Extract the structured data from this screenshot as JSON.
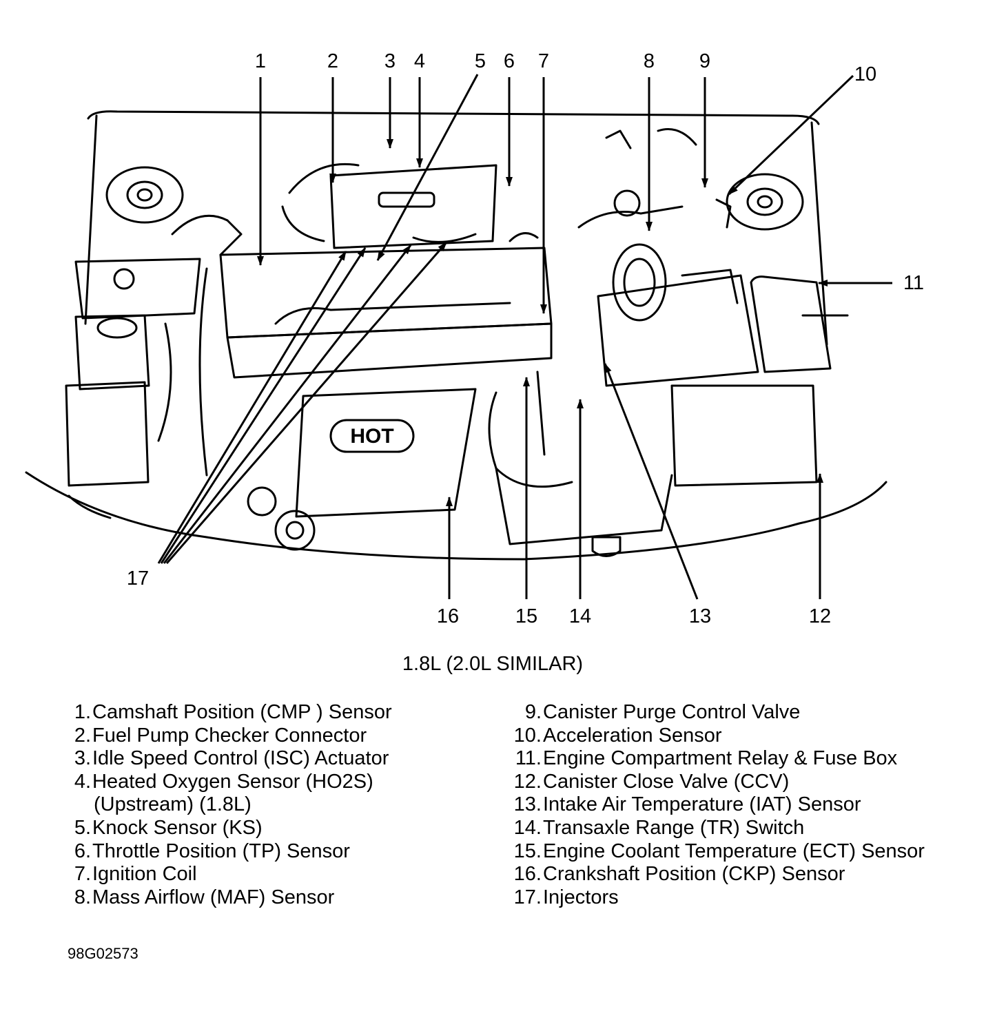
{
  "callout_numbers": [
    "1",
    "2",
    "3",
    "4",
    "5",
    "6",
    "7",
    "8",
    "9",
    "10",
    "11",
    "12",
    "13",
    "14",
    "15",
    "16",
    "17"
  ],
  "engine_marking": "HOT",
  "caption": "1.8L (2.0L SIMILAR)",
  "legend_left": [
    {
      "num": "1.",
      "text": "Camshaft Position (CMP ) Sensor"
    },
    {
      "num": "2.",
      "text": "Fuel Pump Checker Connector"
    },
    {
      "num": "3.",
      "text": "Idle Speed Control (ISC) Actuator"
    },
    {
      "num": "4.",
      "text": "Heated Oxygen Sensor (HO2S)",
      "cont": "(Upstream) (1.8L)"
    },
    {
      "num": "5.",
      "text": "Knock Sensor (KS)"
    },
    {
      "num": "6.",
      "text": "Throttle Position (TP) Sensor"
    },
    {
      "num": "7.",
      "text": "Ignition Coil"
    },
    {
      "num": "8.",
      "text": "Mass Airflow (MAF) Sensor"
    }
  ],
  "legend_right": [
    {
      "num": "9.",
      "text": "Canister Purge Control Valve"
    },
    {
      "num": "10.",
      "text": "Acceleration Sensor"
    },
    {
      "num": "11.",
      "text": "Engine Compartment Relay & Fuse Box"
    },
    {
      "num": "12.",
      "text": "Canister Close Valve (CCV)"
    },
    {
      "num": "13.",
      "text": "Intake Air Temperature (IAT) Sensor"
    },
    {
      "num": "14.",
      "text": "Transaxle Range (TR) Switch"
    },
    {
      "num": "15.",
      "text": "Engine Coolant Temperature (ECT) Sensor"
    },
    {
      "num": "16.",
      "text": "Crankshaft Position (CKP) Sensor"
    },
    {
      "num": "17.",
      "text": "Injectors"
    }
  ],
  "figure_id": "98G02573"
}
